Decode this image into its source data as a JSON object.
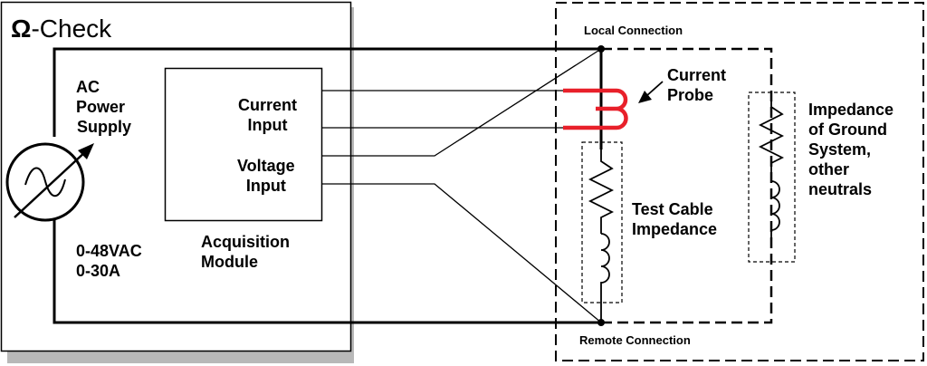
{
  "device": {
    "symbol": "Ω",
    "name": "-Check"
  },
  "power_supply": {
    "label_lines": [
      "AC",
      "Power",
      "Supply"
    ],
    "rating_lines": [
      "0-48VAC",
      "0-30A"
    ]
  },
  "acquisition_module": {
    "label_lines": [
      "Acquisition",
      "Module"
    ],
    "current_input_lines": [
      "Current",
      "Input"
    ],
    "voltage_input_lines": [
      "Voltage",
      "Input"
    ]
  },
  "field": {
    "local_connection": "Local Connection",
    "remote_connection": "Remote Connection",
    "current_probe_lines": [
      "Current",
      "Probe"
    ],
    "test_cable_lines": [
      "Test Cable",
      "Impedance"
    ],
    "ground_impedance_lines": [
      "Impedance",
      "of Ground",
      "System,",
      "other",
      "neutrals"
    ]
  },
  "colors": {
    "probe": "#e8202a",
    "line": "#000000",
    "shadow": "#b8b8b8"
  }
}
